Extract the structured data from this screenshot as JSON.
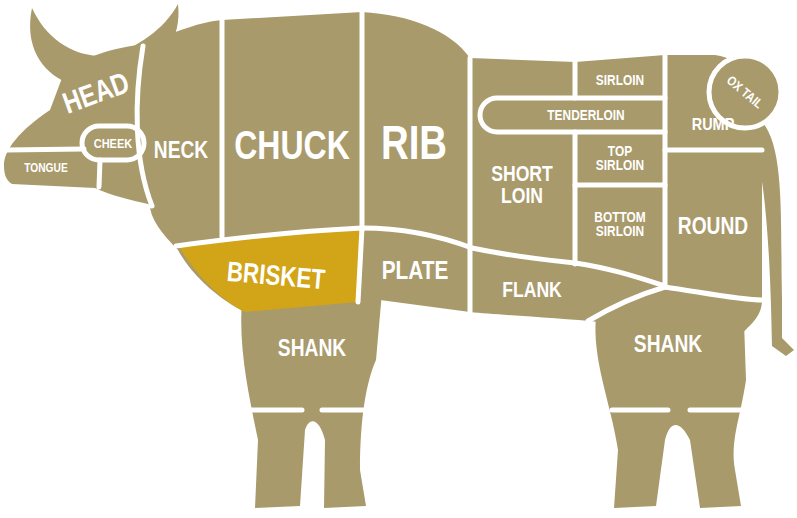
{
  "diagram": {
    "labels": [
      "HEAD",
      "CHEEK",
      "TONGUE",
      "NECK",
      "CHUCK",
      "RIB",
      "SIRLOIN",
      "OX TAIL",
      "TENDERLOIN",
      "RUMP",
      "SHORT LOIN",
      "TOP SIRLOIN",
      "BOTTOM SIRLOIN",
      "ROUND",
      "BRISKET",
      "PLATE",
      "FLANK",
      "SHANK",
      "SHANK"
    ]
  }
}
